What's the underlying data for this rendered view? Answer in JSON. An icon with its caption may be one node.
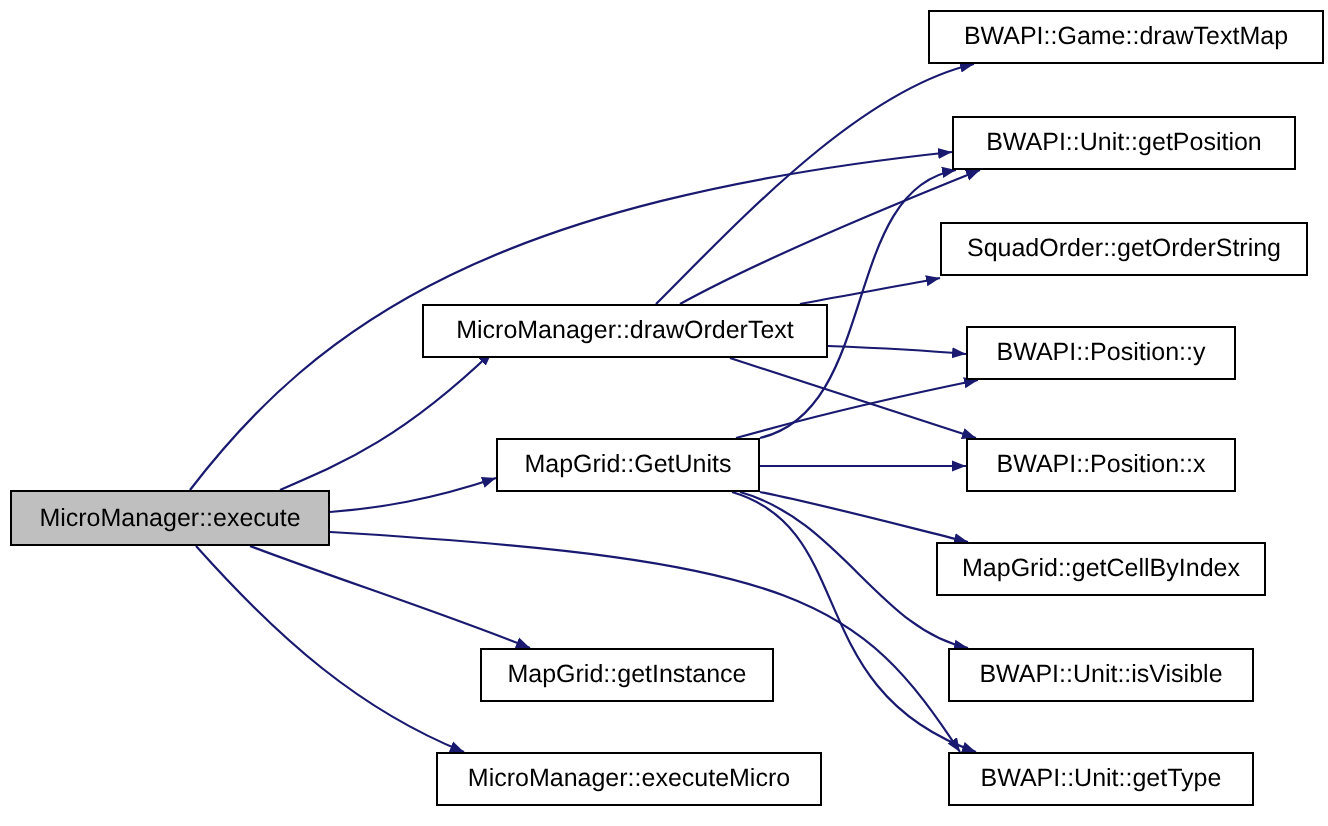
{
  "diagram": {
    "nodes": [
      {
        "text": [
          "MicroManager::execute"
        ]
      },
      {
        "text": [
          "MicroManager::drawOrderText"
        ]
      },
      {
        "text": [
          "MapGrid::GetUnits"
        ]
      },
      {
        "text": [
          "MapGrid::getInstance"
        ]
      },
      {
        "text": [
          "MicroManager::executeMicro"
        ]
      },
      {
        "text": [
          "BWAPI::Game::drawTextMap"
        ]
      },
      {
        "text": [
          "BWAPI::Unit::getPosition"
        ]
      },
      {
        "text": [
          "SquadOrder::getOrderString"
        ]
      },
      {
        "text": [
          "BWAPI::Position::y"
        ]
      },
      {
        "text": [
          "BWAPI::Position::x"
        ]
      },
      {
        "text": [
          "MapGrid::getCellByIndex"
        ]
      },
      {
        "text": [
          "BWAPI::Unit::isVisible"
        ]
      },
      {
        "text": [
          "BWAPI::Unit::getType"
        ]
      }
    ],
    "edges": [
      {
        "from": 0,
        "to": 6,
        "arrow": "to"
      },
      {
        "from": 0,
        "to": 1,
        "arrow": "to"
      },
      {
        "from": 0,
        "to": 2,
        "arrow": "to"
      },
      {
        "from": 0,
        "to": 3,
        "arrow": "to"
      },
      {
        "from": 0,
        "to": 4,
        "arrow": "to"
      },
      {
        "from": 0,
        "to": 12,
        "arrow": "to"
      },
      {
        "from": 1,
        "to": 5,
        "arrow": "to"
      },
      {
        "from": 1,
        "to": 6,
        "arrow": "to"
      },
      {
        "from": 1,
        "to": 7,
        "arrow": "to"
      },
      {
        "from": 1,
        "to": 8,
        "arrow": "to"
      },
      {
        "from": 1,
        "to": 9,
        "arrow": "to"
      },
      {
        "from": 2,
        "to": 6,
        "arrow": "to"
      },
      {
        "from": 2,
        "to": 8,
        "arrow": "to"
      },
      {
        "from": 2,
        "to": 9,
        "arrow": "to"
      },
      {
        "from": 2,
        "to": 10,
        "arrow": "to"
      },
      {
        "from": 2,
        "to": 11,
        "arrow": "to"
      },
      {
        "from": 2,
        "to": 12,
        "arrow": "to"
      }
    ]
  }
}
